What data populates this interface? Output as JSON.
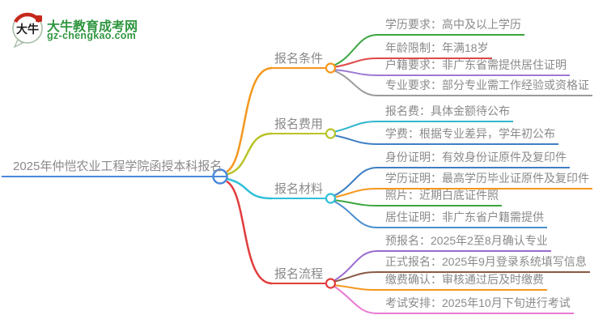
{
  "logo": {
    "icon_text": "大牛",
    "brand": "大牛教育成考网",
    "domain": "gz-chengkao.com",
    "brand_color": "#2f9640"
  },
  "main_topic": {
    "text": "2025年仲恺农业工程学院函授本科报名",
    "underline_color": "#4a89dc"
  },
  "branches": [
    {
      "label": "报名条件",
      "color": "#f5971d",
      "items": [
        {
          "text": "学历要求：高中及以上学历",
          "color": "#3aa63e"
        },
        {
          "text": "年龄限制：年满18岁",
          "color": "#e04848"
        },
        {
          "text": "户籍要求：非广东省需提供居住证明",
          "color": "#9d7ad4"
        },
        {
          "text": "专业要求：部分专业需工作经验或资格证",
          "color": "#9a9a9a"
        }
      ]
    },
    {
      "label": "报名费用",
      "color": "#b9c428",
      "items": [
        {
          "text": "报名费：具体金额待公布",
          "color": "#30b6ce"
        },
        {
          "text": "学费：根据专业差异，学年初公布",
          "color": "#3e7fc4"
        }
      ]
    },
    {
      "label": "报名材料",
      "color": "#2fc0d8",
      "items": [
        {
          "text": "身份证明：有效身份证原件及复印件",
          "color": "#3e7fc4"
        },
        {
          "text": "学历证明：最高学历毕业证原件及复印件",
          "color": "#f5971d"
        },
        {
          "text": "照片：近期白底证件照",
          "color": "#3aa63e"
        },
        {
          "text": "居住证明：非广东省户籍需提供",
          "color": "#4a8fd0"
        }
      ]
    },
    {
      "label": "报名流程",
      "color": "#e23c3c",
      "items": [
        {
          "text": "预报名：2025年2至8月确认专业",
          "color": "#9a6ad0"
        },
        {
          "text": "正式报名：2025年9月登录系统填写信息",
          "color": "#8a5a46"
        },
        {
          "text": "缴费确认：审核通过后及时缴费",
          "color": "#f5971d"
        },
        {
          "text": "考试安排：2025年10月下旬进行考试",
          "color": "#ea7ad2"
        }
      ]
    }
  ]
}
